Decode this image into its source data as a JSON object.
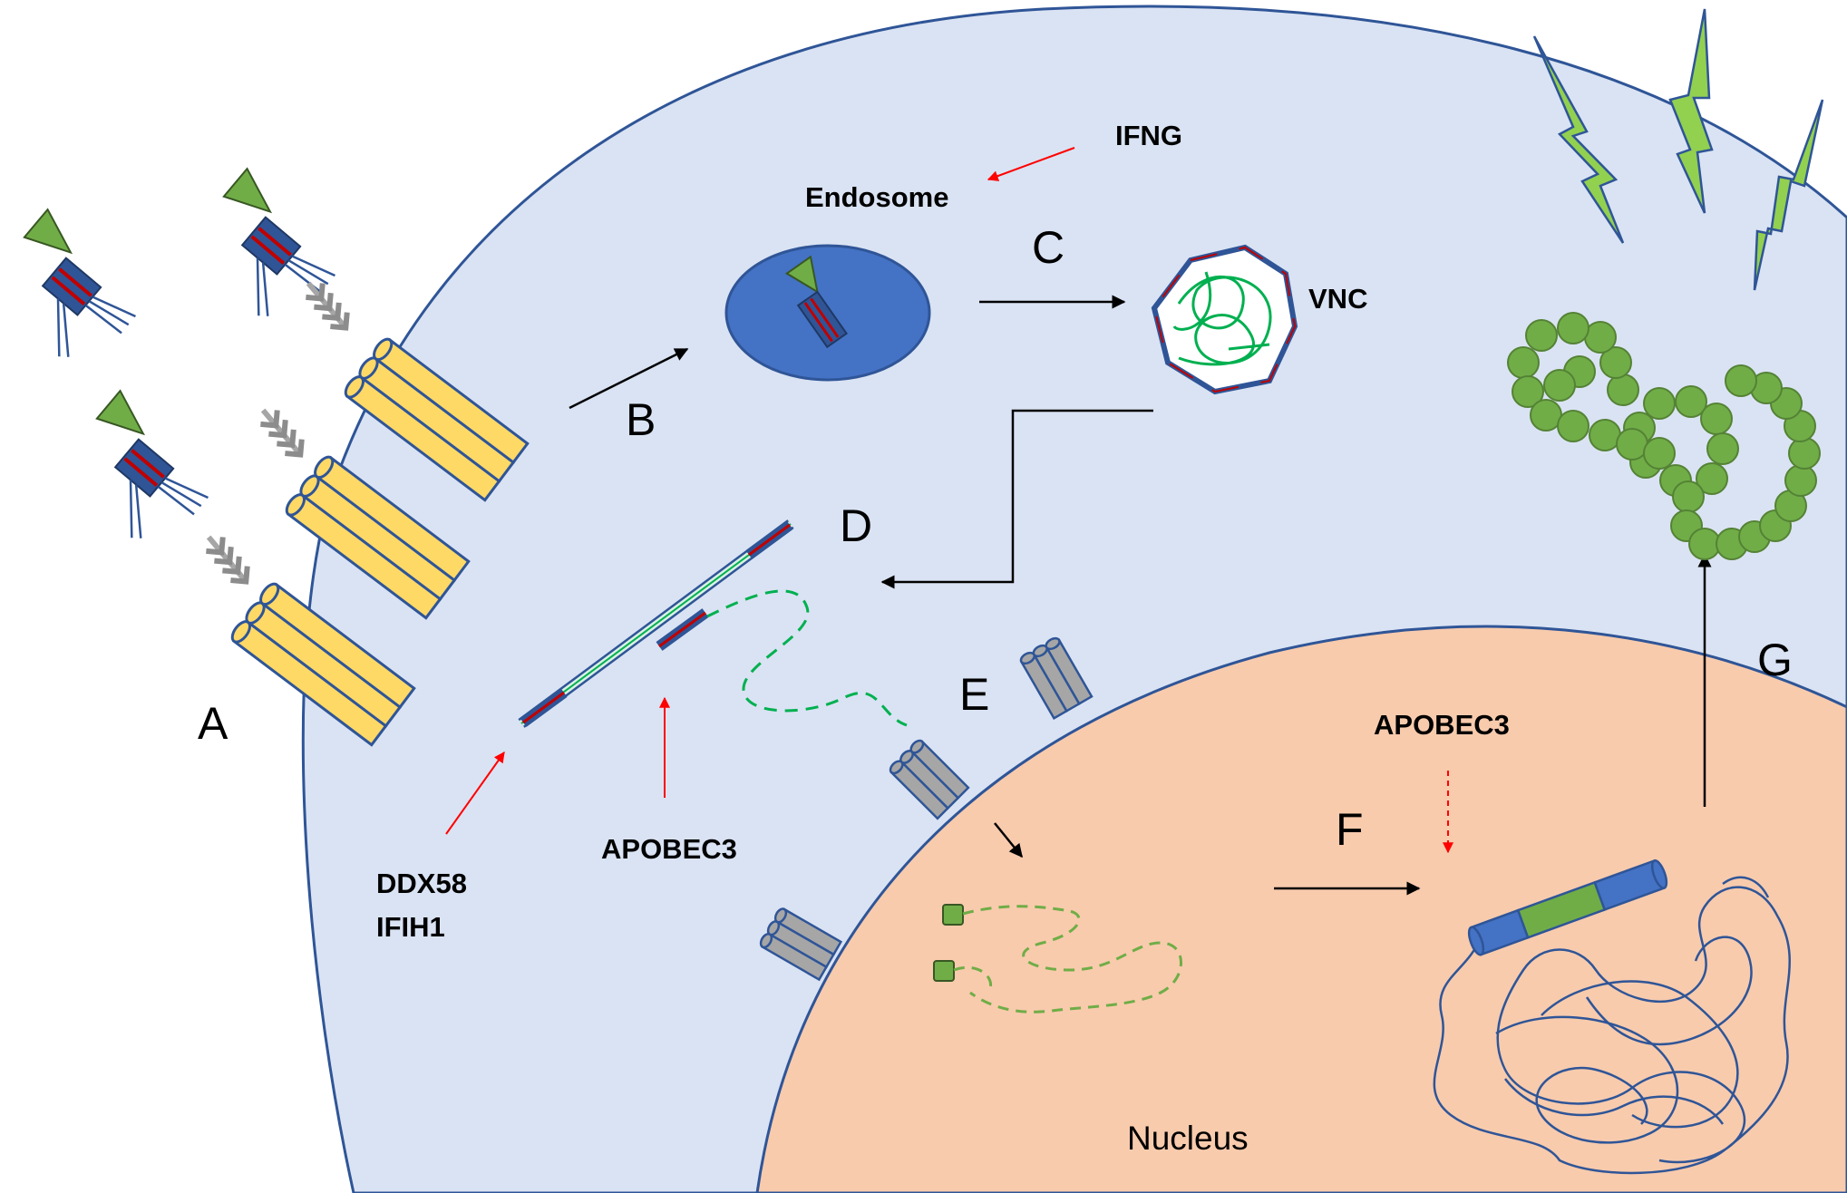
{
  "diagram": {
    "steps": {
      "a": "A",
      "b": "B",
      "c": "C",
      "d": "D",
      "e": "E",
      "f": "F",
      "g": "G"
    },
    "labels": {
      "ifng": "IFNG",
      "endosome": "Endosome",
      "vnc": "VNC",
      "ddx58": "DDX58",
      "ifih1": "IFIH1",
      "apobec3_cytoplasm": "APOBEC3",
      "apobec3_nucleus": "APOBEC3",
      "nucleus": "Nucleus"
    },
    "colors": {
      "cytoplasm": "#dae3f3",
      "outline": "#2f5597",
      "nucleus": "#f8cbad",
      "endosome": "#4472c4",
      "receptor": "#ffd966",
      "viral_protein": "#70ad47",
      "pore": "#a6a6a6",
      "inhibition_arrow": "#ff0000",
      "dark_red": "#c00000"
    }
  }
}
